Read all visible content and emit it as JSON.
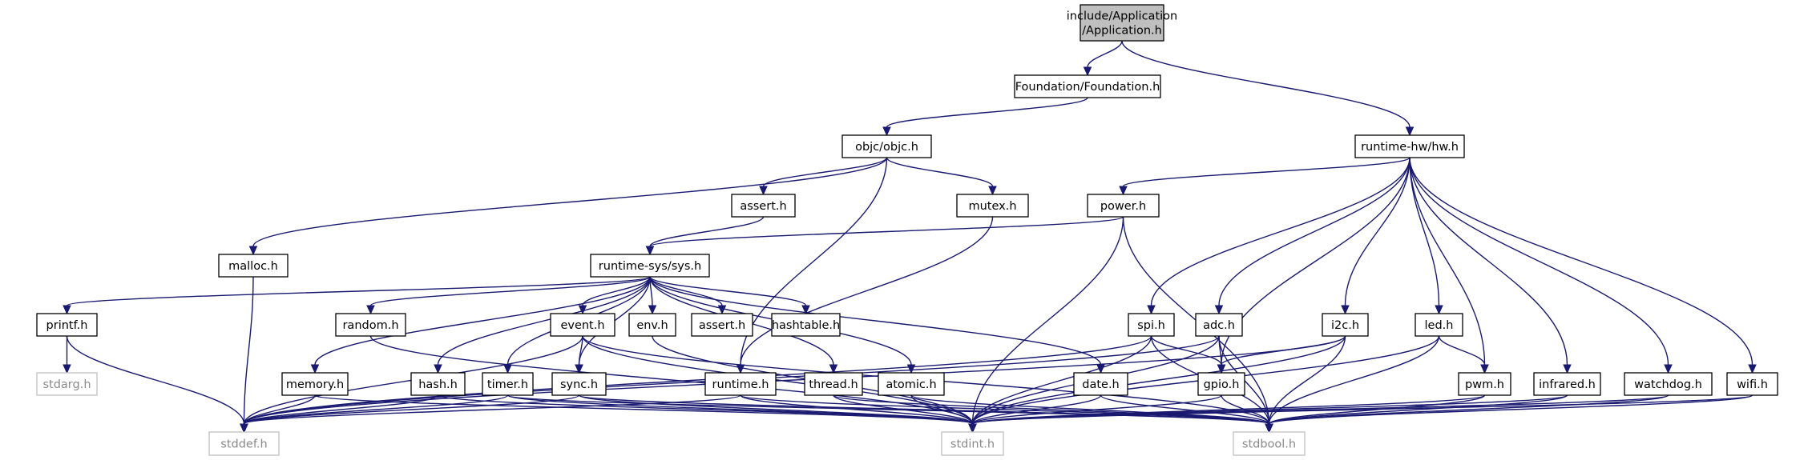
{
  "title": "include/Application/Application.h",
  "colors": {
    "edge": "#191970",
    "root_fill": "#bfbfbf",
    "node_border": "#000000",
    "external_border": "#bfbfbf",
    "background": "#ffffff"
  },
  "nodes": [
    {
      "id": "app",
      "lines": [
        "include/Application",
        "/Application.h"
      ],
      "kind": "root"
    },
    {
      "id": "foundation",
      "lines": [
        "Foundation/Foundation.h"
      ]
    },
    {
      "id": "objc",
      "lines": [
        "objc/objc.h"
      ]
    },
    {
      "id": "hw",
      "lines": [
        "runtime-hw/hw.h"
      ]
    },
    {
      "id": "assert1",
      "lines": [
        "assert.h"
      ]
    },
    {
      "id": "mutex",
      "lines": [
        "mutex.h"
      ]
    },
    {
      "id": "power",
      "lines": [
        "power.h"
      ]
    },
    {
      "id": "malloc",
      "lines": [
        "malloc.h"
      ]
    },
    {
      "id": "sys",
      "lines": [
        "runtime-sys/sys.h"
      ]
    },
    {
      "id": "printf",
      "lines": [
        "printf.h"
      ]
    },
    {
      "id": "random",
      "lines": [
        "random.h"
      ]
    },
    {
      "id": "event",
      "lines": [
        "event.h"
      ]
    },
    {
      "id": "env",
      "lines": [
        "env.h"
      ]
    },
    {
      "id": "assert2",
      "lines": [
        "assert.h"
      ]
    },
    {
      "id": "hashtable",
      "lines": [
        "hashtable.h"
      ]
    },
    {
      "id": "spi",
      "lines": [
        "spi.h"
      ]
    },
    {
      "id": "adc",
      "lines": [
        "adc.h"
      ]
    },
    {
      "id": "i2c",
      "lines": [
        "i2c.h"
      ]
    },
    {
      "id": "led",
      "lines": [
        "led.h"
      ]
    },
    {
      "id": "stdarg",
      "lines": [
        "stdarg.h"
      ],
      "kind": "external"
    },
    {
      "id": "memory",
      "lines": [
        "memory.h"
      ]
    },
    {
      "id": "hash",
      "lines": [
        "hash.h"
      ]
    },
    {
      "id": "timer",
      "lines": [
        "timer.h"
      ]
    },
    {
      "id": "sync",
      "lines": [
        "sync.h"
      ]
    },
    {
      "id": "runtime",
      "lines": [
        "runtime.h"
      ]
    },
    {
      "id": "thread",
      "lines": [
        "thread.h"
      ]
    },
    {
      "id": "atomic",
      "lines": [
        "atomic.h"
      ]
    },
    {
      "id": "date",
      "lines": [
        "date.h"
      ]
    },
    {
      "id": "gpio",
      "lines": [
        "gpio.h"
      ]
    },
    {
      "id": "pwm",
      "lines": [
        "pwm.h"
      ]
    },
    {
      "id": "infrared",
      "lines": [
        "infrared.h"
      ]
    },
    {
      "id": "watchdog",
      "lines": [
        "watchdog.h"
      ]
    },
    {
      "id": "wifi",
      "lines": [
        "wifi.h"
      ]
    },
    {
      "id": "stddef",
      "lines": [
        "stddef.h"
      ],
      "kind": "external"
    },
    {
      "id": "stdint",
      "lines": [
        "stdint.h"
      ],
      "kind": "external"
    },
    {
      "id": "stdbool",
      "lines": [
        "stdbool.h"
      ],
      "kind": "external"
    }
  ],
  "edges": [
    [
      "app",
      "foundation"
    ],
    [
      "app",
      "hw"
    ],
    [
      "foundation",
      "objc"
    ],
    [
      "objc",
      "malloc"
    ],
    [
      "objc",
      "assert1"
    ],
    [
      "objc",
      "mutex"
    ],
    [
      "objc",
      "runtime"
    ],
    [
      "hw",
      "power"
    ],
    [
      "hw",
      "spi"
    ],
    [
      "hw",
      "adc"
    ],
    [
      "hw",
      "gpio"
    ],
    [
      "hw",
      "i2c"
    ],
    [
      "hw",
      "led"
    ],
    [
      "hw",
      "pwm"
    ],
    [
      "hw",
      "infrared"
    ],
    [
      "hw",
      "watchdog"
    ],
    [
      "hw",
      "wifi"
    ],
    [
      "assert1",
      "sys"
    ],
    [
      "mutex",
      "runtime"
    ],
    [
      "power",
      "sys"
    ],
    [
      "power",
      "stdint"
    ],
    [
      "power",
      "stdbool"
    ],
    [
      "malloc",
      "stddef"
    ],
    [
      "sys",
      "printf"
    ],
    [
      "sys",
      "memory"
    ],
    [
      "sys",
      "random"
    ],
    [
      "sys",
      "hash"
    ],
    [
      "sys",
      "timer"
    ],
    [
      "sys",
      "sync"
    ],
    [
      "sys",
      "event"
    ],
    [
      "sys",
      "env"
    ],
    [
      "sys",
      "assert2"
    ],
    [
      "sys",
      "hashtable"
    ],
    [
      "sys",
      "thread"
    ],
    [
      "sys",
      "atomic"
    ],
    [
      "sys",
      "date"
    ],
    [
      "printf",
      "stdarg"
    ],
    [
      "printf",
      "stddef"
    ],
    [
      "random",
      "stdint"
    ],
    [
      "event",
      "stddef"
    ],
    [
      "event",
      "sync"
    ],
    [
      "event",
      "stdint"
    ],
    [
      "event",
      "stdbool"
    ],
    [
      "env",
      "stdint"
    ],
    [
      "spi",
      "stddef"
    ],
    [
      "spi",
      "gpio"
    ],
    [
      "spi",
      "stdint"
    ],
    [
      "spi",
      "stdbool"
    ],
    [
      "adc",
      "stddef"
    ],
    [
      "adc",
      "gpio"
    ],
    [
      "adc",
      "stdint"
    ],
    [
      "adc",
      "stdbool"
    ],
    [
      "i2c",
      "stddef"
    ],
    [
      "i2c",
      "gpio"
    ],
    [
      "i2c",
      "stdint"
    ],
    [
      "i2c",
      "stdbool"
    ],
    [
      "led",
      "pwm"
    ],
    [
      "led",
      "stdint"
    ],
    [
      "led",
      "stdbool"
    ],
    [
      "memory",
      "stddef"
    ],
    [
      "memory",
      "stdint"
    ],
    [
      "hash",
      "stddef"
    ],
    [
      "hash",
      "stdint"
    ],
    [
      "timer",
      "stddef"
    ],
    [
      "timer",
      "stdint"
    ],
    [
      "timer",
      "stdbool"
    ],
    [
      "sync",
      "stddef"
    ],
    [
      "sync",
      "stdint"
    ],
    [
      "sync",
      "stdbool"
    ],
    [
      "runtime",
      "stddef"
    ],
    [
      "runtime",
      "stdint"
    ],
    [
      "runtime",
      "stdbool"
    ],
    [
      "thread",
      "stdint"
    ],
    [
      "thread",
      "stdbool"
    ],
    [
      "atomic",
      "stdint"
    ],
    [
      "atomic",
      "stdbool"
    ],
    [
      "date",
      "stdint"
    ],
    [
      "date",
      "stdbool"
    ],
    [
      "gpio",
      "stdint"
    ],
    [
      "gpio",
      "stdbool"
    ],
    [
      "pwm",
      "stdint"
    ],
    [
      "pwm",
      "stdbool"
    ],
    [
      "infrared",
      "stdint"
    ],
    [
      "infrared",
      "stdbool"
    ],
    [
      "watchdog",
      "stdint"
    ],
    [
      "watchdog",
      "stdbool"
    ],
    [
      "wifi",
      "stdint"
    ],
    [
      "wifi",
      "stdbool"
    ]
  ]
}
